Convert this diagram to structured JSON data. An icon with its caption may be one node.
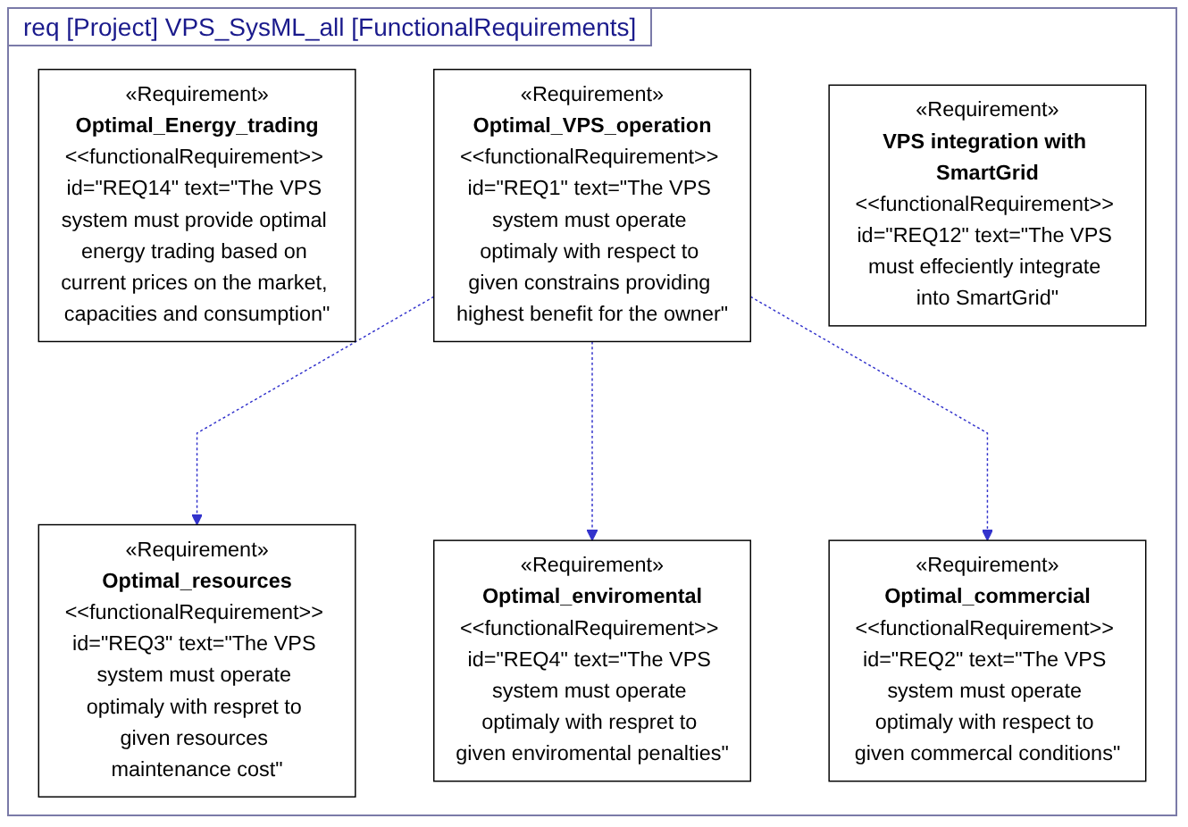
{
  "diagram": {
    "title": "req [Project] VPS_SysML_all [FunctionalRequirements]",
    "nodes": [
      {
        "text": [
          "«Requirement»",
          "Optimal_Energy_trading",
          "<<functionalRequirement>> id=\"REQ14\" text=\"The VPS system must provide optimal energy trading based on current prices on the market, capacities and consumption\""
        ]
      },
      {
        "text": [
          "«Requirement»",
          "Optimal_VPS_operation",
          "<<functionalRequirement>> id=\"REQ1\" text=\"The VPS system must operate optimaly with respect to given constrains providing highest benefit for the owner\""
        ]
      },
      {
        "text": [
          "«Requirement»",
          "VPS integration with SmartGrid",
          "<<functionalRequirement>> id=\"REQ12\" text=\"The VPS must effeciently integrate into SmartGrid\""
        ]
      },
      {
        "text": [
          "«Requirement»",
          "Optimal_resources",
          "<<functionalRequirement>> id=\"REQ3\" text=\"The VPS system must operate optimaly with respret to given resources maintenance cost\""
        ]
      },
      {
        "text": [
          "«Requirement»",
          "Optimal_enviromental",
          "<<functionalRequirement>> id=\"REQ4\" text=\"The VPS system must operate optimaly with respret to given enviromental penalties\""
        ]
      },
      {
        "text": [
          "«Requirement»",
          "Optimal_commercial",
          "<<functionalRequirement>> id=\"REQ2\" text=\"The VPS system must operate optimaly with respect to given commercal conditions\""
        ]
      }
    ],
    "edges": [
      {
        "from": 1,
        "to": 3,
        "arrow": "to",
        "style": "dashed"
      },
      {
        "from": 1,
        "to": 4,
        "arrow": "to",
        "style": "dashed"
      },
      {
        "from": 1,
        "to": 5,
        "arrow": "to",
        "style": "dashed"
      }
    ]
  }
}
